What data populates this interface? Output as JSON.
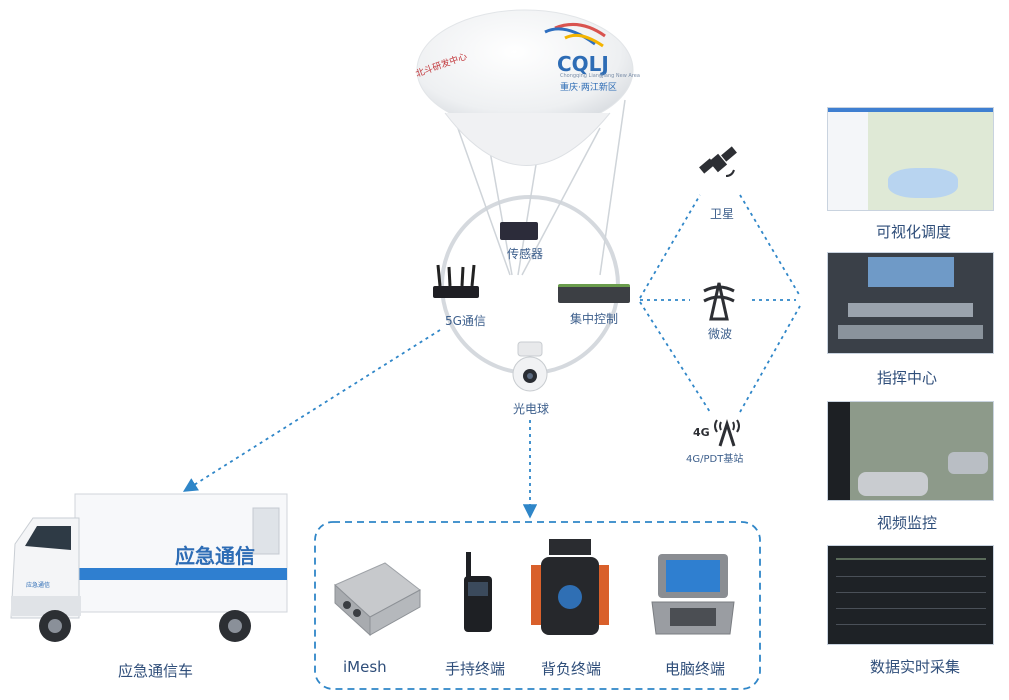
{
  "balloon": {
    "brand": "CQLJ",
    "brand_sub": "Chongqing Liangjiang New Area",
    "district": "重庆·两江新区",
    "side_text": "北斗研发中心"
  },
  "center_nodes": {
    "sensor": "传感器",
    "router": "5G通信",
    "control": "集中控制",
    "camera": "光电球"
  },
  "network": {
    "satellite": "卫星",
    "microwave": "微波",
    "base_station": "4G/PDT基站",
    "base_icon_text": "4G"
  },
  "right_panel": [
    {
      "label": "可视化调度",
      "icon": "map-screenshot"
    },
    {
      "label": "指挥中心",
      "icon": "command-room-photo"
    },
    {
      "label": "视频监控",
      "icon": "video-wall-photo"
    },
    {
      "label": "数据实时采集",
      "icon": "data-table-screenshot"
    }
  ],
  "truck": {
    "caption": "应急通信车",
    "side_text": "应急通信",
    "door_text": "应急通信"
  },
  "terminals": [
    {
      "label": "iMesh",
      "icon": "mesh-radio-device"
    },
    {
      "label": "手持终端",
      "icon": "handheld-radio"
    },
    {
      "label": "背负终端",
      "icon": "backpack-terminal"
    },
    {
      "label": "电脑终端",
      "icon": "rugged-laptop"
    }
  ],
  "colors": {
    "connector": "#2f86c8",
    "label": "#3d5f8c",
    "ring": "#d5d9de"
  }
}
